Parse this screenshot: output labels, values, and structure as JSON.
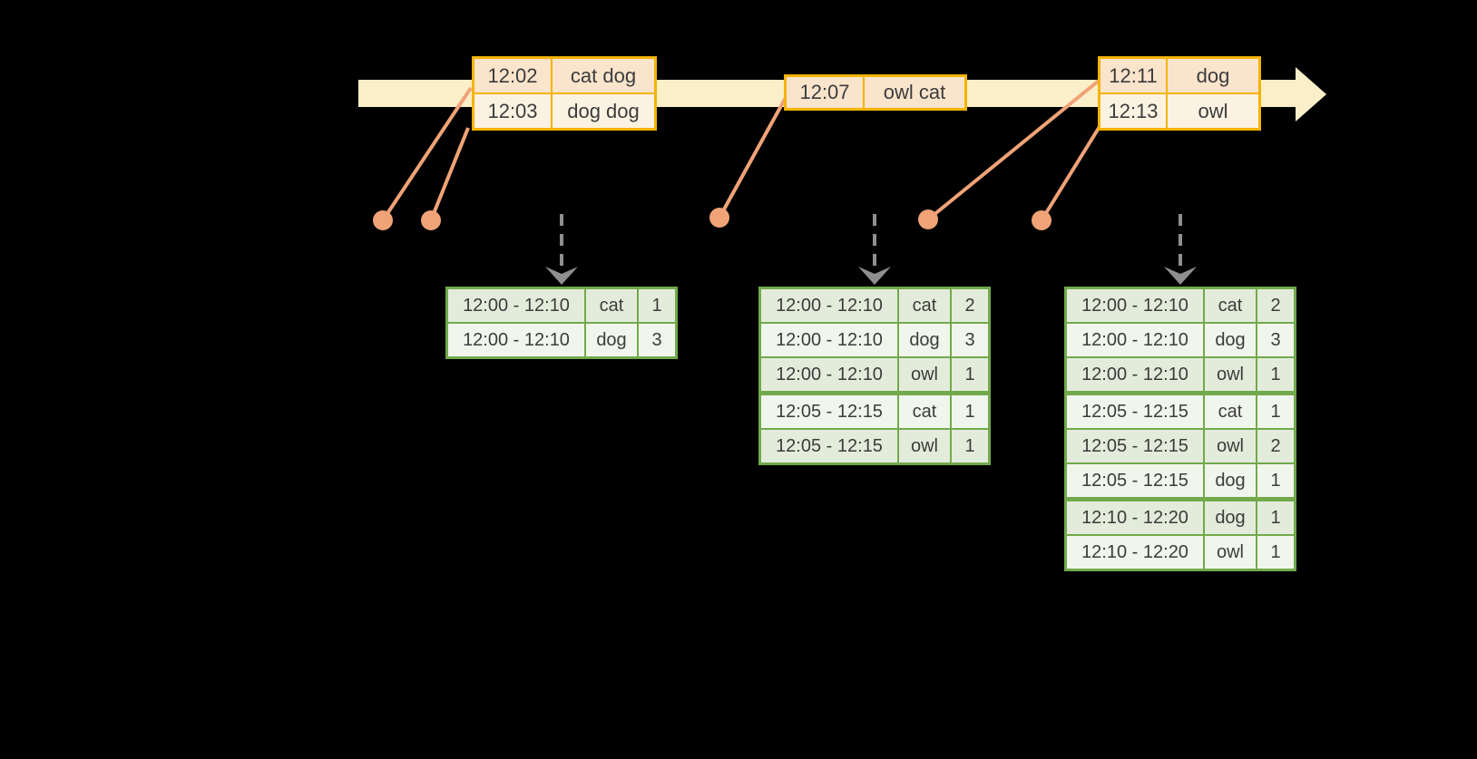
{
  "colors": {
    "background": "#000000",
    "timeline_fill": "#FBEFC9",
    "event_border": "#F4B400",
    "event_row_odd": "#FAE4CC",
    "event_row_even": "#FCF2E2",
    "connector": "#F0A377",
    "result_border": "#72A94D",
    "result_row_odd": "#E3ECDA",
    "result_row_even": "#F1F6EC",
    "trigger_arrow": "#8F8F8F",
    "text": "#3C3C3C"
  },
  "event_tables": [
    {
      "rows": [
        {
          "time": "12:02",
          "words": "cat dog"
        },
        {
          "time": "12:03",
          "words": "dog dog"
        }
      ]
    },
    {
      "rows": [
        {
          "time": "12:07",
          "words": "owl cat"
        }
      ]
    },
    {
      "rows": [
        {
          "time": "12:11",
          "words": "dog"
        },
        {
          "time": "12:13",
          "words": "owl"
        }
      ]
    }
  ],
  "result_tables": [
    {
      "rows": [
        {
          "window": "12:00 - 12:10",
          "word": "cat",
          "count": "1"
        },
        {
          "window": "12:00 - 12:10",
          "word": "dog",
          "count": "3"
        }
      ]
    },
    {
      "rows": [
        {
          "window": "12:00 - 12:10",
          "word": "cat",
          "count": "2"
        },
        {
          "window": "12:00 - 12:10",
          "word": "dog",
          "count": "3"
        },
        {
          "window": "12:00 - 12:10",
          "word": "owl",
          "count": "1"
        },
        {
          "window": "12:05 - 12:15",
          "word": "cat",
          "count": "1"
        },
        {
          "window": "12:05 - 12:15",
          "word": "owl",
          "count": "1"
        }
      ]
    },
    {
      "rows": [
        {
          "window": "12:00 - 12:10",
          "word": "cat",
          "count": "2"
        },
        {
          "window": "12:00 - 12:10",
          "word": "dog",
          "count": "3"
        },
        {
          "window": "12:00 - 12:10",
          "word": "owl",
          "count": "1"
        },
        {
          "window": "12:05 - 12:15",
          "word": "cat",
          "count": "1"
        },
        {
          "window": "12:05 - 12:15",
          "word": "owl",
          "count": "2"
        },
        {
          "window": "12:05 - 12:15",
          "word": "dog",
          "count": "1"
        },
        {
          "window": "12:10 - 12:20",
          "word": "dog",
          "count": "1"
        },
        {
          "window": "12:10 - 12:20",
          "word": "owl",
          "count": "1"
        }
      ]
    }
  ]
}
